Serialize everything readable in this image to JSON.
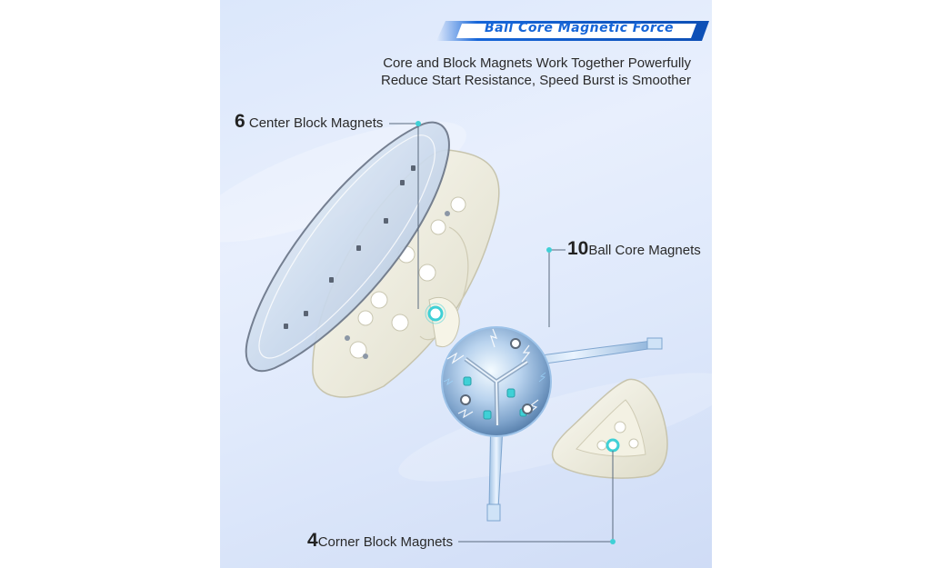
{
  "banner": {
    "title": "Ball Core Magnetic Force",
    "subtitle_line1": "Core and Block Magnets Work Together Powerfully",
    "subtitle_line2": "Reduce Start Resistance, Speed Burst is Smoother"
  },
  "callouts": {
    "center": {
      "count": "6",
      "label": " Center Block Magnets"
    },
    "core": {
      "count": "10",
      "label": "Ball Core Magnets"
    },
    "corner": {
      "count": "4",
      "label": "Corner Block Magnets"
    }
  },
  "colors": {
    "accent": "#1565d8",
    "magnet": "#3fd0d6",
    "plastic": "#f1f0e4"
  }
}
